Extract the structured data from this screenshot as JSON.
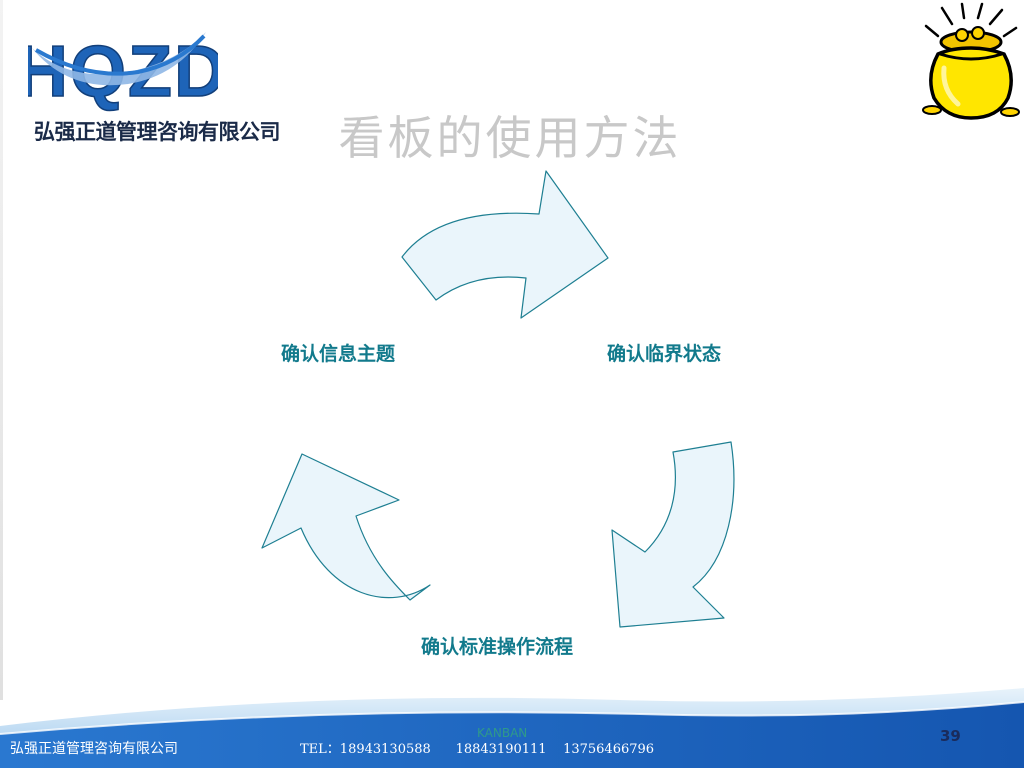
{
  "logo": {
    "letters": "HQZD",
    "company": "弘强正道管理咨询有限公司"
  },
  "title": "看板的使用方法",
  "cycle": {
    "steps": [
      "确认信息主题",
      "确认临界状态",
      "确认标准操作流程"
    ]
  },
  "footer": {
    "company": "弘强正道管理咨询有限公司",
    "tel": "TEL：18943130588      18843190111    13756466796",
    "topic": "KANBAN",
    "page": "39"
  },
  "colors": {
    "accent": "#127a8c",
    "arrow_fill": "#eaf5fb",
    "arrow_stroke": "#1e7f92",
    "footer_blue": "#1a66c4",
    "logo_blue": "#1e64b8"
  },
  "icons": {
    "decoration": "gold-pot-icon"
  }
}
